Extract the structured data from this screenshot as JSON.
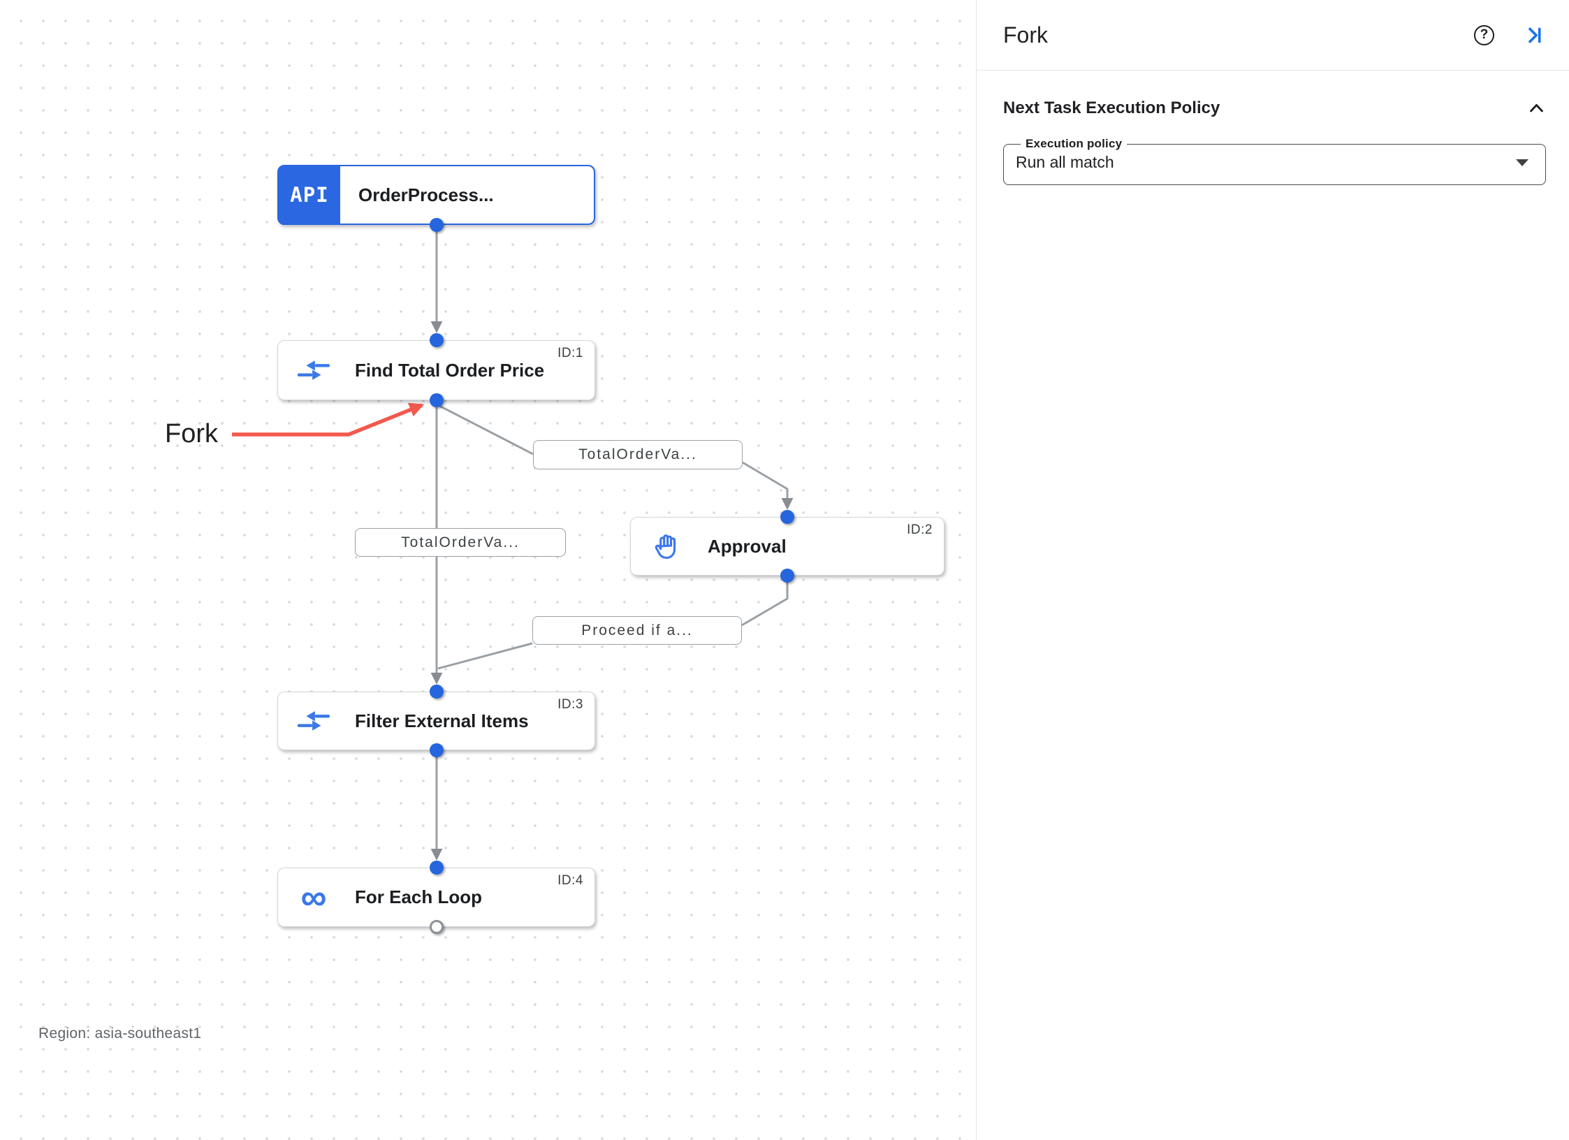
{
  "canvas": {
    "region_label": "Region: asia-southeast1",
    "annotation": {
      "label": "Fork",
      "arrow_color": "#f2594e"
    },
    "nodes": [
      {
        "label": "OrderProcess...",
        "badge": "API",
        "id_label": "",
        "icon": "api-trigger"
      },
      {
        "label": "Find Total Order Price",
        "id_label": "ID:1",
        "icon": "data-mapping-arrows"
      },
      {
        "label": "Approval",
        "id_label": "ID:2",
        "icon": "raised-hand"
      },
      {
        "label": "Filter External Items",
        "id_label": "ID:3",
        "icon": "data-mapping-arrows"
      },
      {
        "label": "For Each Loop",
        "id_label": "ID:4",
        "icon": "infinity-loop"
      }
    ],
    "edge_labels": [
      {
        "label": "TotalOrderVa..."
      },
      {
        "label": "TotalOrderVa..."
      },
      {
        "label": "Proceed if a..."
      }
    ],
    "icons": {
      "infinity_glyph": "∞"
    }
  },
  "panel": {
    "title": "Fork",
    "help_glyph": "?",
    "icons": {
      "help": "help-circle",
      "collapse": "collapse-panel-right",
      "section": "chevron-up"
    },
    "section_title": "Next Task Execution Policy",
    "execution_policy": {
      "label": "Execution policy",
      "value": "Run all match"
    }
  },
  "colors": {
    "node_accent": "#2b67e1",
    "dot_blue": "#2565dd",
    "edge_gray": "#9aa0a6",
    "annotation_red": "#f2594e",
    "panel_link_blue": "#1a73e8"
  }
}
